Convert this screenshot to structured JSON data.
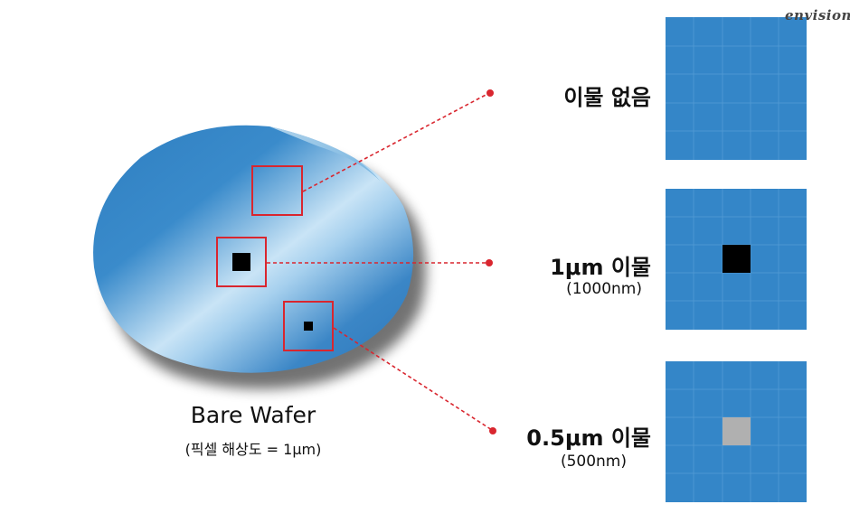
{
  "logo": "envision",
  "wafer": {
    "title": "Bare Wafer",
    "subtitle": "(픽셀 해상도 = 1μm)"
  },
  "panels": [
    {
      "label": "이물 없음",
      "sublabel": "",
      "defect": "none"
    },
    {
      "label": "1μm 이물",
      "sublabel": "(1000nm)",
      "defect": "black"
    },
    {
      "label": "0.5μm 이물",
      "sublabel": "(500nm)",
      "defect": "gray"
    }
  ],
  "colors": {
    "wafer_blue": "#2f7fc1",
    "wafer_light": "#c9e4f6",
    "panel_blue": "#3486c8",
    "marker_red": "#d9262f",
    "defect_black": "#000000",
    "defect_gray": "#b0b0b0"
  }
}
